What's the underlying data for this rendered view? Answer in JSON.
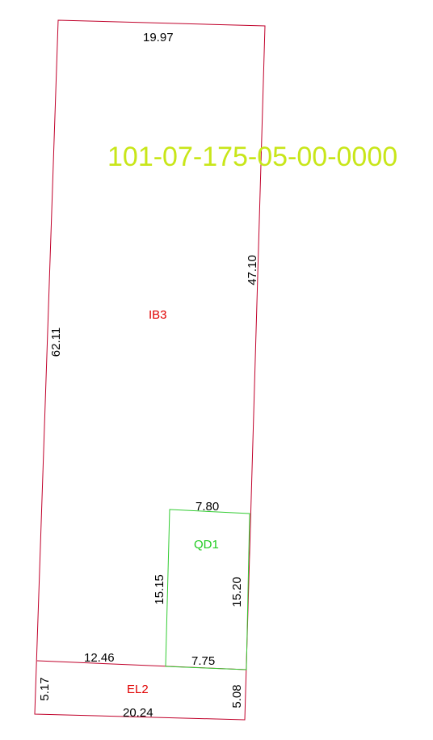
{
  "parcel": {
    "id": "101-07-175-05-00-0000",
    "id_color": "#c8e619"
  },
  "colors": {
    "red_boundary": "#c0002a",
    "green_boundary": "#33cc33",
    "red_label": "#e00000",
    "green_label": "#22cc22",
    "dimension_text": "#000000"
  },
  "zones": {
    "ib3": "IB3",
    "qd1": "QD1",
    "el2": "EL2"
  },
  "dimensions": {
    "top": "19.97",
    "right_upper": "47.10",
    "left_main": "62.11",
    "qd1_top": "7.80",
    "qd1_left": "15.15",
    "qd1_right": "15.20",
    "qd1_bottom": "7.75",
    "divider_left": "12.46",
    "el2_left": "5.17",
    "el2_right": "5.08",
    "bottom": "20.24"
  }
}
